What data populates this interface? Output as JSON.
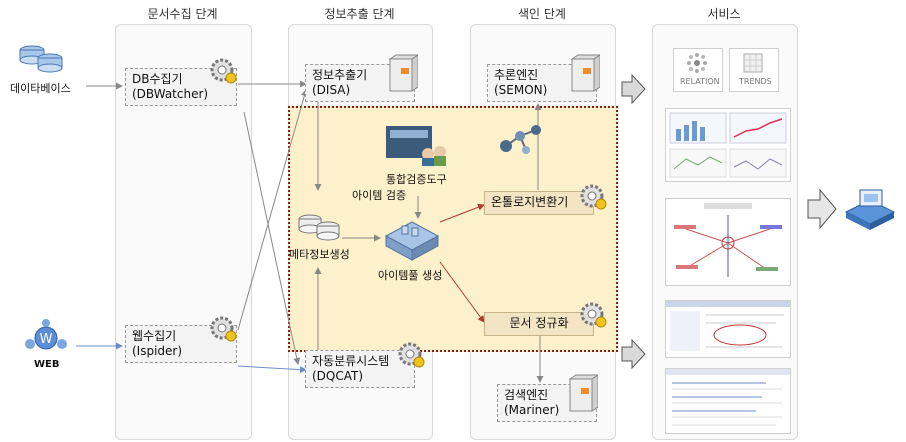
{
  "lanes": {
    "collect": "문서수집 단계",
    "extract": "정보추출 단계",
    "index": "색인 단계",
    "service": "서비스"
  },
  "sources": {
    "database": "데이타베이스",
    "web": "WEB"
  },
  "boxes": {
    "dbwatcher": {
      "line1": "DB수집기",
      "line2": "(DBWatcher)"
    },
    "ispider": {
      "line1": "웹수집기",
      "line2": "(Ispider)"
    },
    "disa": {
      "line1": "정보추출기",
      "line2": "(DISA)"
    },
    "dqcat": {
      "line1": "자동분류시스템",
      "line2": "(DQCAT)"
    },
    "semon": {
      "line1": "추론엔진",
      "line2": "(SEMON)"
    },
    "mariner": {
      "line1": "검색엔진",
      "line2": "(Mariner)"
    },
    "ontology": "온톨로지변환기",
    "normalize": "문서 정규화"
  },
  "labels": {
    "validation_tool": "통합검증도구",
    "item_validation": "아이템 검증",
    "metadata_gen": "메타정보생성",
    "itempool_gen": "아이템풀 생성"
  },
  "services": {
    "relation": "RELATION",
    "trends": "TRENDS"
  },
  "colors": {
    "highlight_fill": "#fdf1cc",
    "highlight_border": "#8b1a1a",
    "red_arrow": "#b03a2e",
    "blue_arrow": "#6a8fc4"
  }
}
